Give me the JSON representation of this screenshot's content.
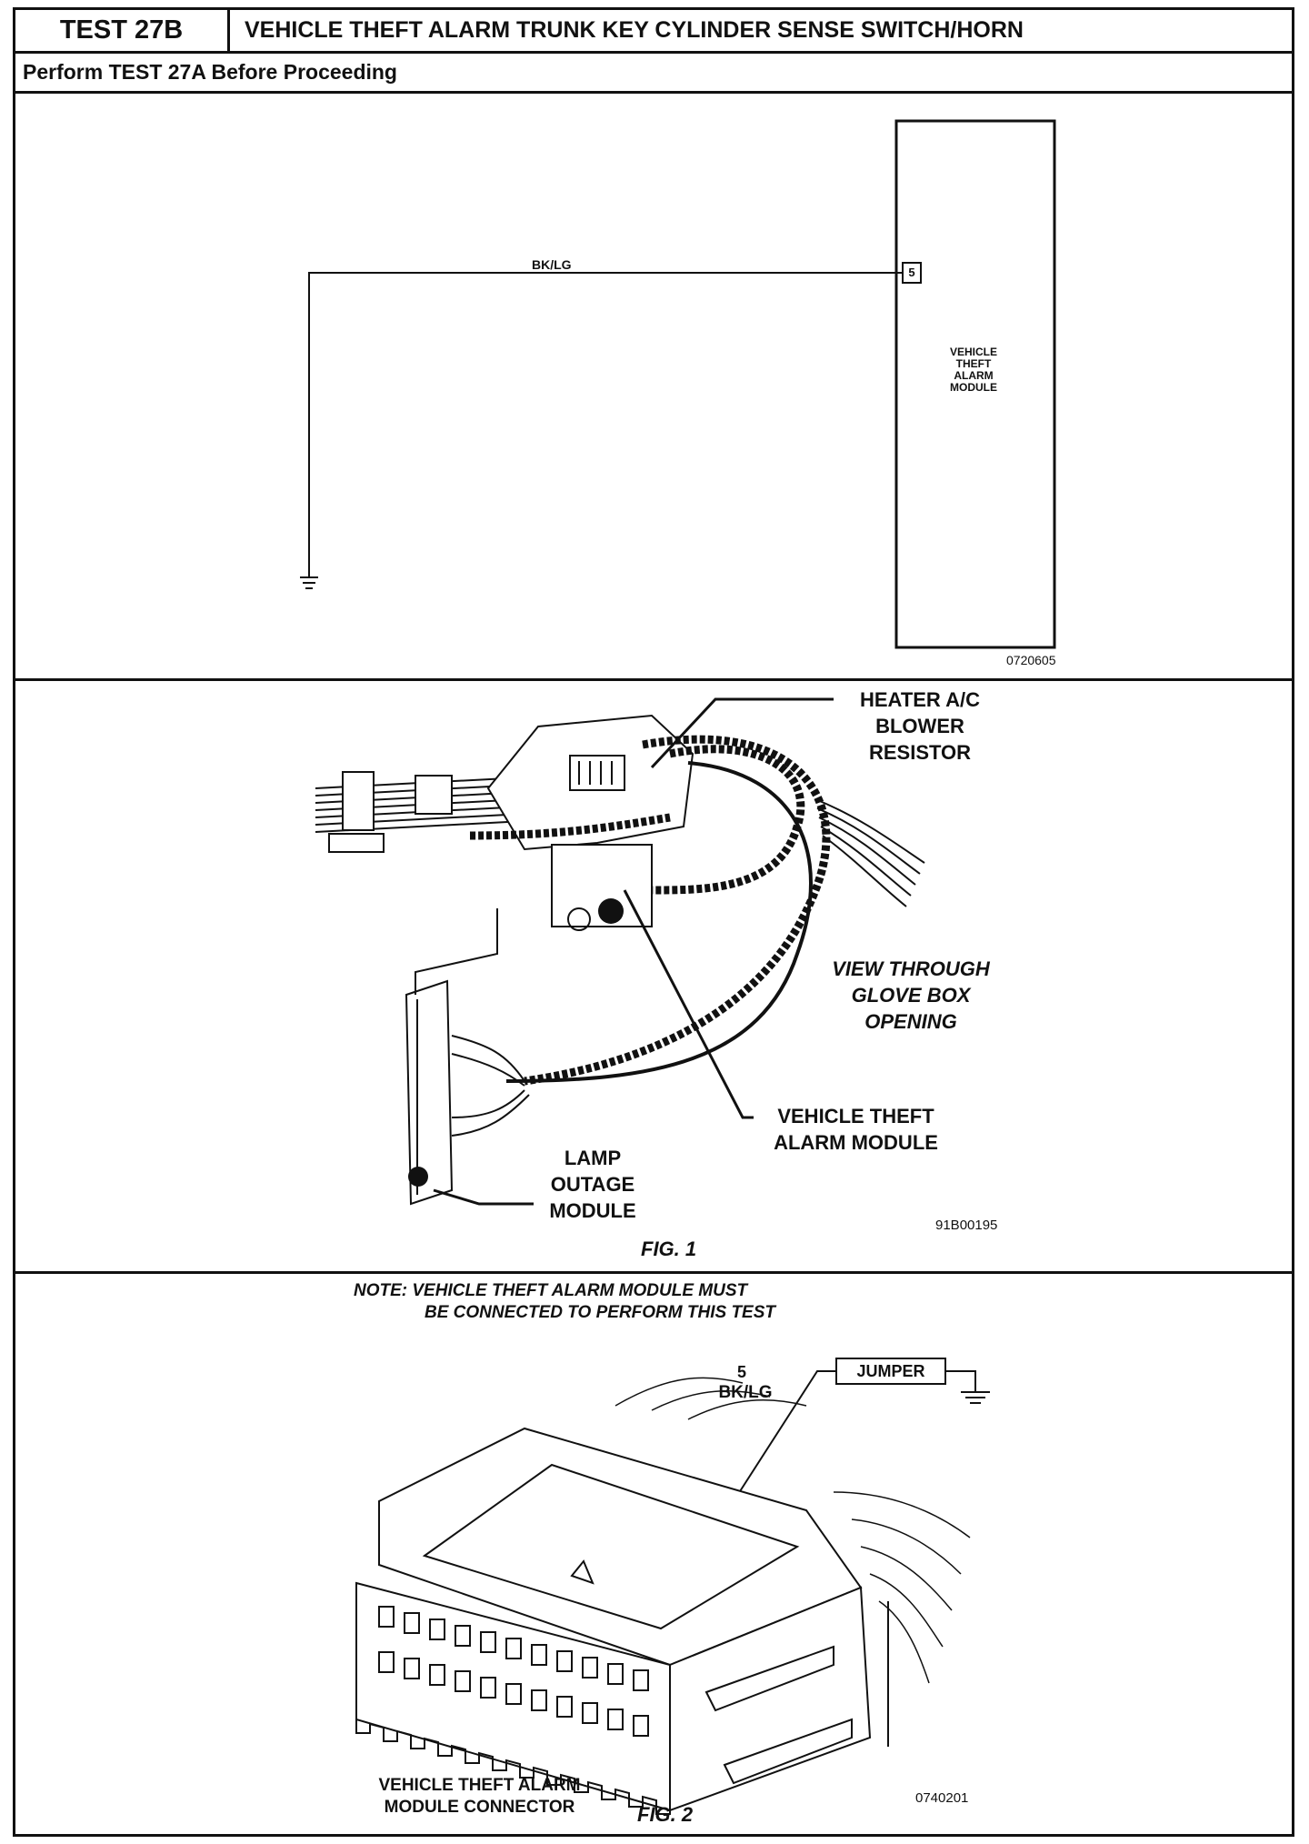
{
  "header": {
    "test_id": "TEST 27B",
    "title": "VEHICLE THEFT ALARM TRUNK KEY CYLINDER SENSE SWITCH/HORN"
  },
  "subheader": "Perform TEST 27A Before Proceeding",
  "schematic": {
    "wire_color": "BK/LG",
    "pin": "5",
    "module_lines": [
      "VEHICLE",
      "THEFT",
      "ALARM",
      "MODULE"
    ],
    "code": "0720605"
  },
  "fig1": {
    "callout_blower": [
      "HEATER A/C",
      "BLOWER",
      "RESISTOR"
    ],
    "callout_view": [
      "VIEW THROUGH",
      "GLOVE BOX",
      "OPENING"
    ],
    "callout_module": [
      "VEHICLE THEFT",
      "ALARM MODULE"
    ],
    "callout_lamp": [
      "LAMP",
      "OUTAGE",
      "MODULE"
    ],
    "code": "91B00195",
    "caption": "FIG. 1"
  },
  "fig2": {
    "note_line1": "NOTE:  VEHICLE THEFT ALARM MODULE MUST",
    "note_line2": "BE CONNECTED TO PERFORM THIS TEST",
    "pin": "5",
    "wire_color": "BK/LG",
    "jumper": "JUMPER",
    "connector_lines": [
      "VEHICLE THEFT ALARM",
      "MODULE CONNECTOR"
    ],
    "code": "0740201",
    "caption": "FIG. 2"
  }
}
